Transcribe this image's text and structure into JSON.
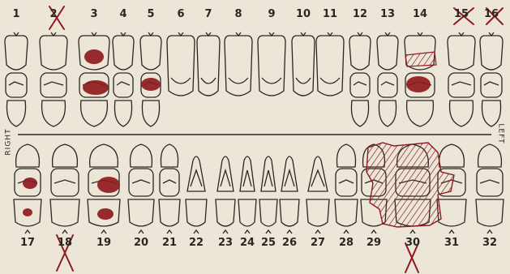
{
  "upper_numbers": [
    "1",
    "2",
    "3",
    "4",
    "5",
    "6",
    "7",
    "8",
    "9",
    "10",
    "11",
    "12",
    "13",
    "14",
    "15",
    "16"
  ],
  "lower_numbers": [
    "17",
    "18",
    "19",
    "20",
    "21",
    "22",
    "23",
    "24",
    "25",
    "26",
    "27",
    "28",
    "29",
    "30",
    "31",
    "32"
  ],
  "side_labels": {
    "right": "RIGHT",
    "left": "LEFT"
  },
  "colors": {
    "ink": "#2b2622",
    "paper": "#ece6d8",
    "mark": "#8e1a1d"
  },
  "missing_teeth": [
    "2",
    "15",
    "16",
    "18",
    "30"
  ],
  "filled_teeth": [
    "3",
    "5",
    "14",
    "17",
    "19"
  ],
  "hatched_teeth": [
    "14",
    "29",
    "30"
  ]
}
